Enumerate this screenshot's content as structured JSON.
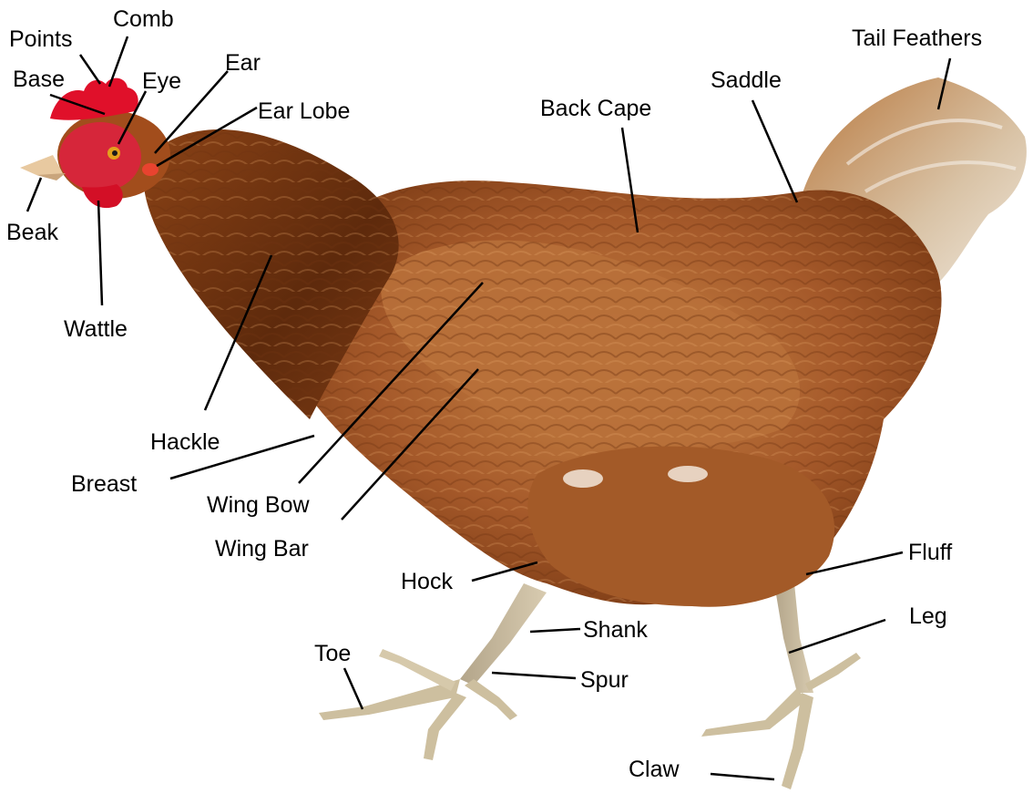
{
  "labels": {
    "comb": "Comb",
    "points": "Points",
    "base": "Base",
    "eye": "Eye",
    "ear": "Ear",
    "ear_lobe": "Ear Lobe",
    "beak": "Beak",
    "wattle": "Wattle",
    "back_cape": "Back Cape",
    "saddle": "Saddle",
    "tail_feathers": "Tail Feathers",
    "hackle": "Hackle",
    "breast": "Breast",
    "wing_bow": "Wing Bow",
    "wing_bar": "Wing Bar",
    "hock": "Hock",
    "shank": "Shank",
    "spur": "Spur",
    "toe": "Toe",
    "fluff": "Fluff",
    "leg": "Leg",
    "claw": "Claw"
  },
  "colors": {
    "plumage": "#9a4e1c",
    "plumage_dark": "#5e2a0c",
    "plumage_light": "#c98646",
    "comb": "#e0102a",
    "legs": "#c8b89a",
    "tail_light": "#e8dccb"
  }
}
